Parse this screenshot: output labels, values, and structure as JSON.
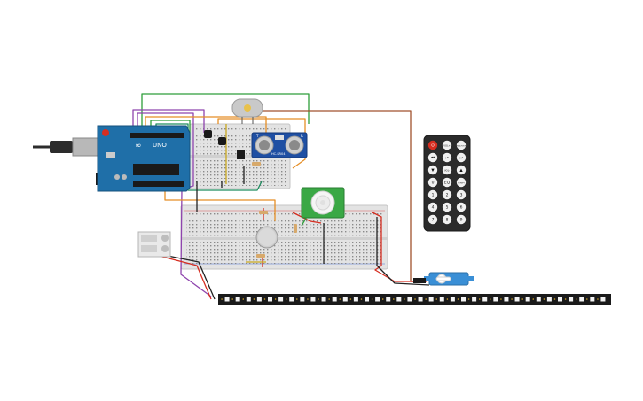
{
  "arduino": {
    "logo_text": "∞",
    "board_name": "UNO"
  },
  "ultrasonic": {
    "label_top": "HC-SR04",
    "label_a": "T",
    "label_b": "R"
  },
  "remote": {
    "buttons": [
      {
        "key": "power",
        "label": "⏻"
      },
      {
        "key": "vol-up",
        "label": "VOL+"
      },
      {
        "key": "func-stop",
        "label": "FUNC/STOP"
      },
      {
        "key": "rewind",
        "label": "⏮"
      },
      {
        "key": "play-pause",
        "label": "⏯"
      },
      {
        "key": "fast-forward",
        "label": "⏭"
      },
      {
        "key": "down",
        "label": "▼"
      },
      {
        "key": "vol-down",
        "label": "VOL-"
      },
      {
        "key": "up",
        "label": "▲"
      },
      {
        "key": "num-0",
        "label": "0"
      },
      {
        "key": "eq",
        "label": "EQ"
      },
      {
        "key": "st-rept",
        "label": "ST/REPT"
      },
      {
        "key": "num-1",
        "label": "1"
      },
      {
        "key": "num-2",
        "label": "2"
      },
      {
        "key": "num-3",
        "label": "3"
      },
      {
        "key": "num-4",
        "label": "4"
      },
      {
        "key": "num-5",
        "label": "5"
      },
      {
        "key": "num-6",
        "label": "6"
      },
      {
        "key": "num-7",
        "label": "7"
      },
      {
        "key": "num-8",
        "label": "8"
      },
      {
        "key": "num-9",
        "label": "9"
      }
    ]
  },
  "led_strip": {
    "led_count": 36
  },
  "colors": {
    "arduino_blue": "#1f6fa8",
    "breadboard": "#e6e6e6",
    "wire_green": "#2e9e3a",
    "wire_purple": "#8e44ad",
    "wire_orange": "#e58e26",
    "wire_red": "#d62d20",
    "wire_brown": "#a0522d",
    "wire_black": "#222222",
    "pir_green": "#3aa845",
    "servo_blue": "#3a8fd6",
    "remote_body": "#2b2b2b",
    "remote_power": "#d62d20"
  }
}
